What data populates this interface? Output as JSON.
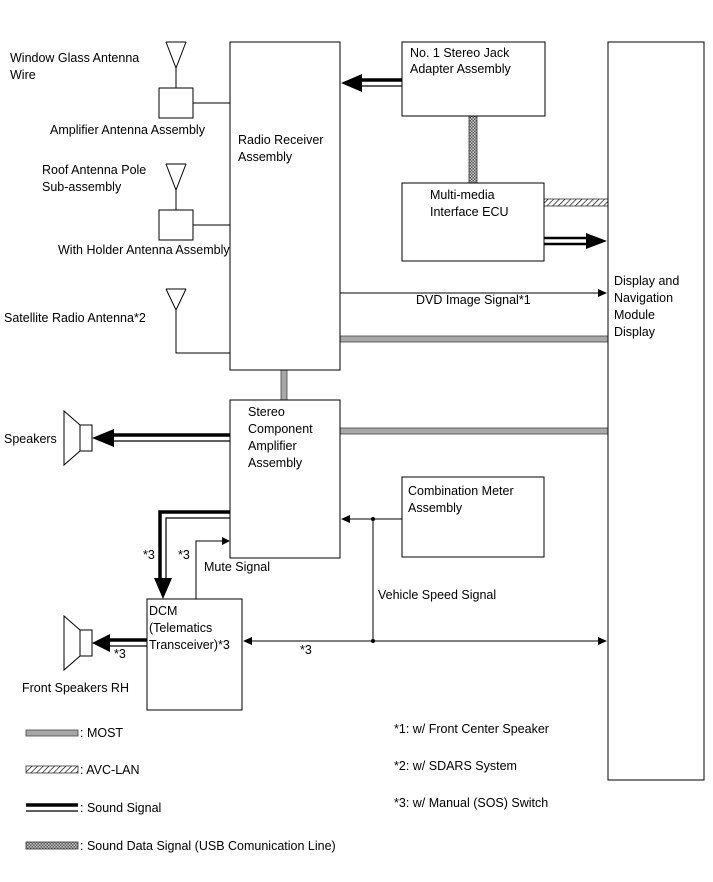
{
  "components": {
    "radio_receiver": [
      "Radio Receiver",
      "Assembly"
    ],
    "stereo_jack": [
      "No. 1 Stereo Jack",
      "Adapter Assembly"
    ],
    "multimedia_ecu": [
      "Multi-media",
      "Interface ECU"
    ],
    "display_nav": [
      "Display and",
      "Navigation",
      "Module",
      "Display"
    ],
    "stereo_amp": [
      "Stereo",
      "Component",
      "Amplifier",
      "Assembly"
    ],
    "combination_meter": [
      "Combination Meter",
      "Assembly"
    ],
    "dcm": [
      "DCM",
      "(Telematics",
      "Transceiver)*3"
    ]
  },
  "labels": {
    "window_glass_antenna": [
      "Window Glass Antenna",
      "Wire"
    ],
    "amplifier_antenna": "Amplifier Antenna Assembly",
    "roof_antenna": [
      "Roof Antenna Pole",
      "Sub-assembly"
    ],
    "holder_antenna": "With Holder Antenna Assembly",
    "satellite_antenna": "Satellite Radio Antenna*2",
    "speakers": "Speakers",
    "front_speakers": "Front Speakers RH",
    "dvd_signal": "DVD Image Signal*1",
    "mute_signal": "Mute Signal",
    "vehicle_speed": "Vehicle Speed Signal",
    "note3": "*3"
  },
  "legend": [
    {
      "style": "most",
      "label": ": MOST"
    },
    {
      "style": "avc",
      "label": ": AVC-LAN"
    },
    {
      "style": "sound",
      "label": ": Sound Signal"
    },
    {
      "style": "usb",
      "label": ": Sound Data Signal (USB Comunication Line)"
    }
  ],
  "notes": [
    "*1: w/ Front Center Speaker",
    "*2: w/ SDARS System",
    "*3: w/ Manual (SOS) Switch"
  ]
}
